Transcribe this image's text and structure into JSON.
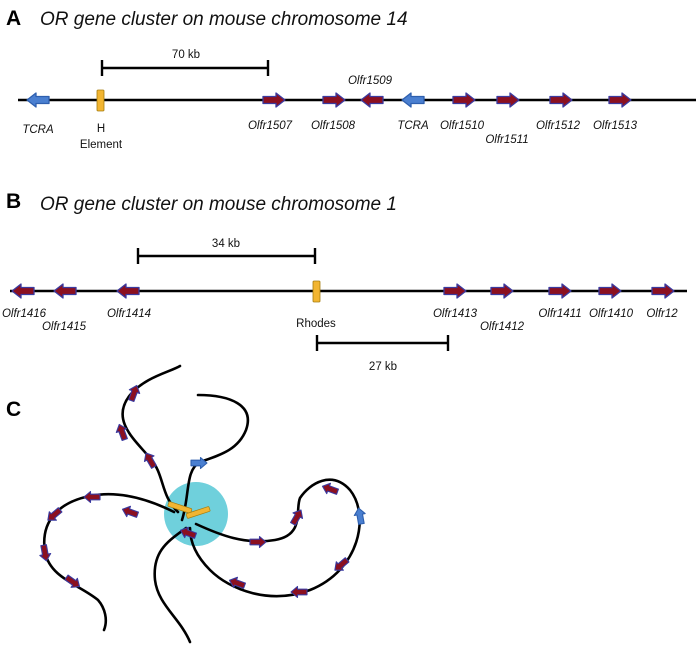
{
  "panels": [
    {
      "letter": "A",
      "title": "OR gene cluster on mouse chromosome 14",
      "scale_bars": [
        {
          "label": "70 kb"
        }
      ],
      "genes": [
        {
          "label": "TCRA",
          "kind": "tcra",
          "direction": "left"
        },
        {
          "label": "Olfr1507",
          "kind": "or",
          "direction": "right"
        },
        {
          "label": "Olfr1508",
          "kind": "or",
          "direction": "right"
        },
        {
          "label": "Olfr1509",
          "kind": "or",
          "direction": "left"
        },
        {
          "label": "TCRA",
          "kind": "tcra",
          "direction": "left"
        },
        {
          "label": "Olfr1510",
          "kind": "or",
          "direction": "right"
        },
        {
          "label": "Olfr1511",
          "kind": "or",
          "direction": "right"
        },
        {
          "label": "Olfr1512",
          "kind": "or",
          "direction": "right"
        },
        {
          "label": "Olfr1513",
          "kind": "or",
          "direction": "right"
        }
      ],
      "enhancer": {
        "label_lines": [
          "H",
          "Element"
        ]
      }
    },
    {
      "letter": "B",
      "title": "OR gene cluster on mouse chromosome 1",
      "scale_bars": [
        {
          "label": "34 kb"
        },
        {
          "label": "27 kb"
        }
      ],
      "genes": [
        {
          "label": "Olfr1416",
          "kind": "or",
          "direction": "left"
        },
        {
          "label": "Olfr1415",
          "kind": "or",
          "direction": "left"
        },
        {
          "label": "Olfr1414",
          "kind": "or",
          "direction": "left"
        },
        {
          "label": "Olfr1413",
          "kind": "or",
          "direction": "right"
        },
        {
          "label": "Olfr1412",
          "kind": "or",
          "direction": "right"
        },
        {
          "label": "Olfr1411",
          "kind": "or",
          "direction": "right"
        },
        {
          "label": "Olfr1410",
          "kind": "or",
          "direction": "right"
        },
        {
          "label": "Olfr12",
          "kind": "or",
          "direction": "right"
        }
      ],
      "enhancer": {
        "label_lines": [
          "Rhodes"
        ]
      }
    },
    {
      "letter": "C"
    }
  ],
  "colors": {
    "or_gene": "#8b1020",
    "or_gene_outline": "#3a3aa0",
    "tcra_gene": "#4a7fd0",
    "enhancer": "#f2b531",
    "hub": "#6fd0dc"
  }
}
